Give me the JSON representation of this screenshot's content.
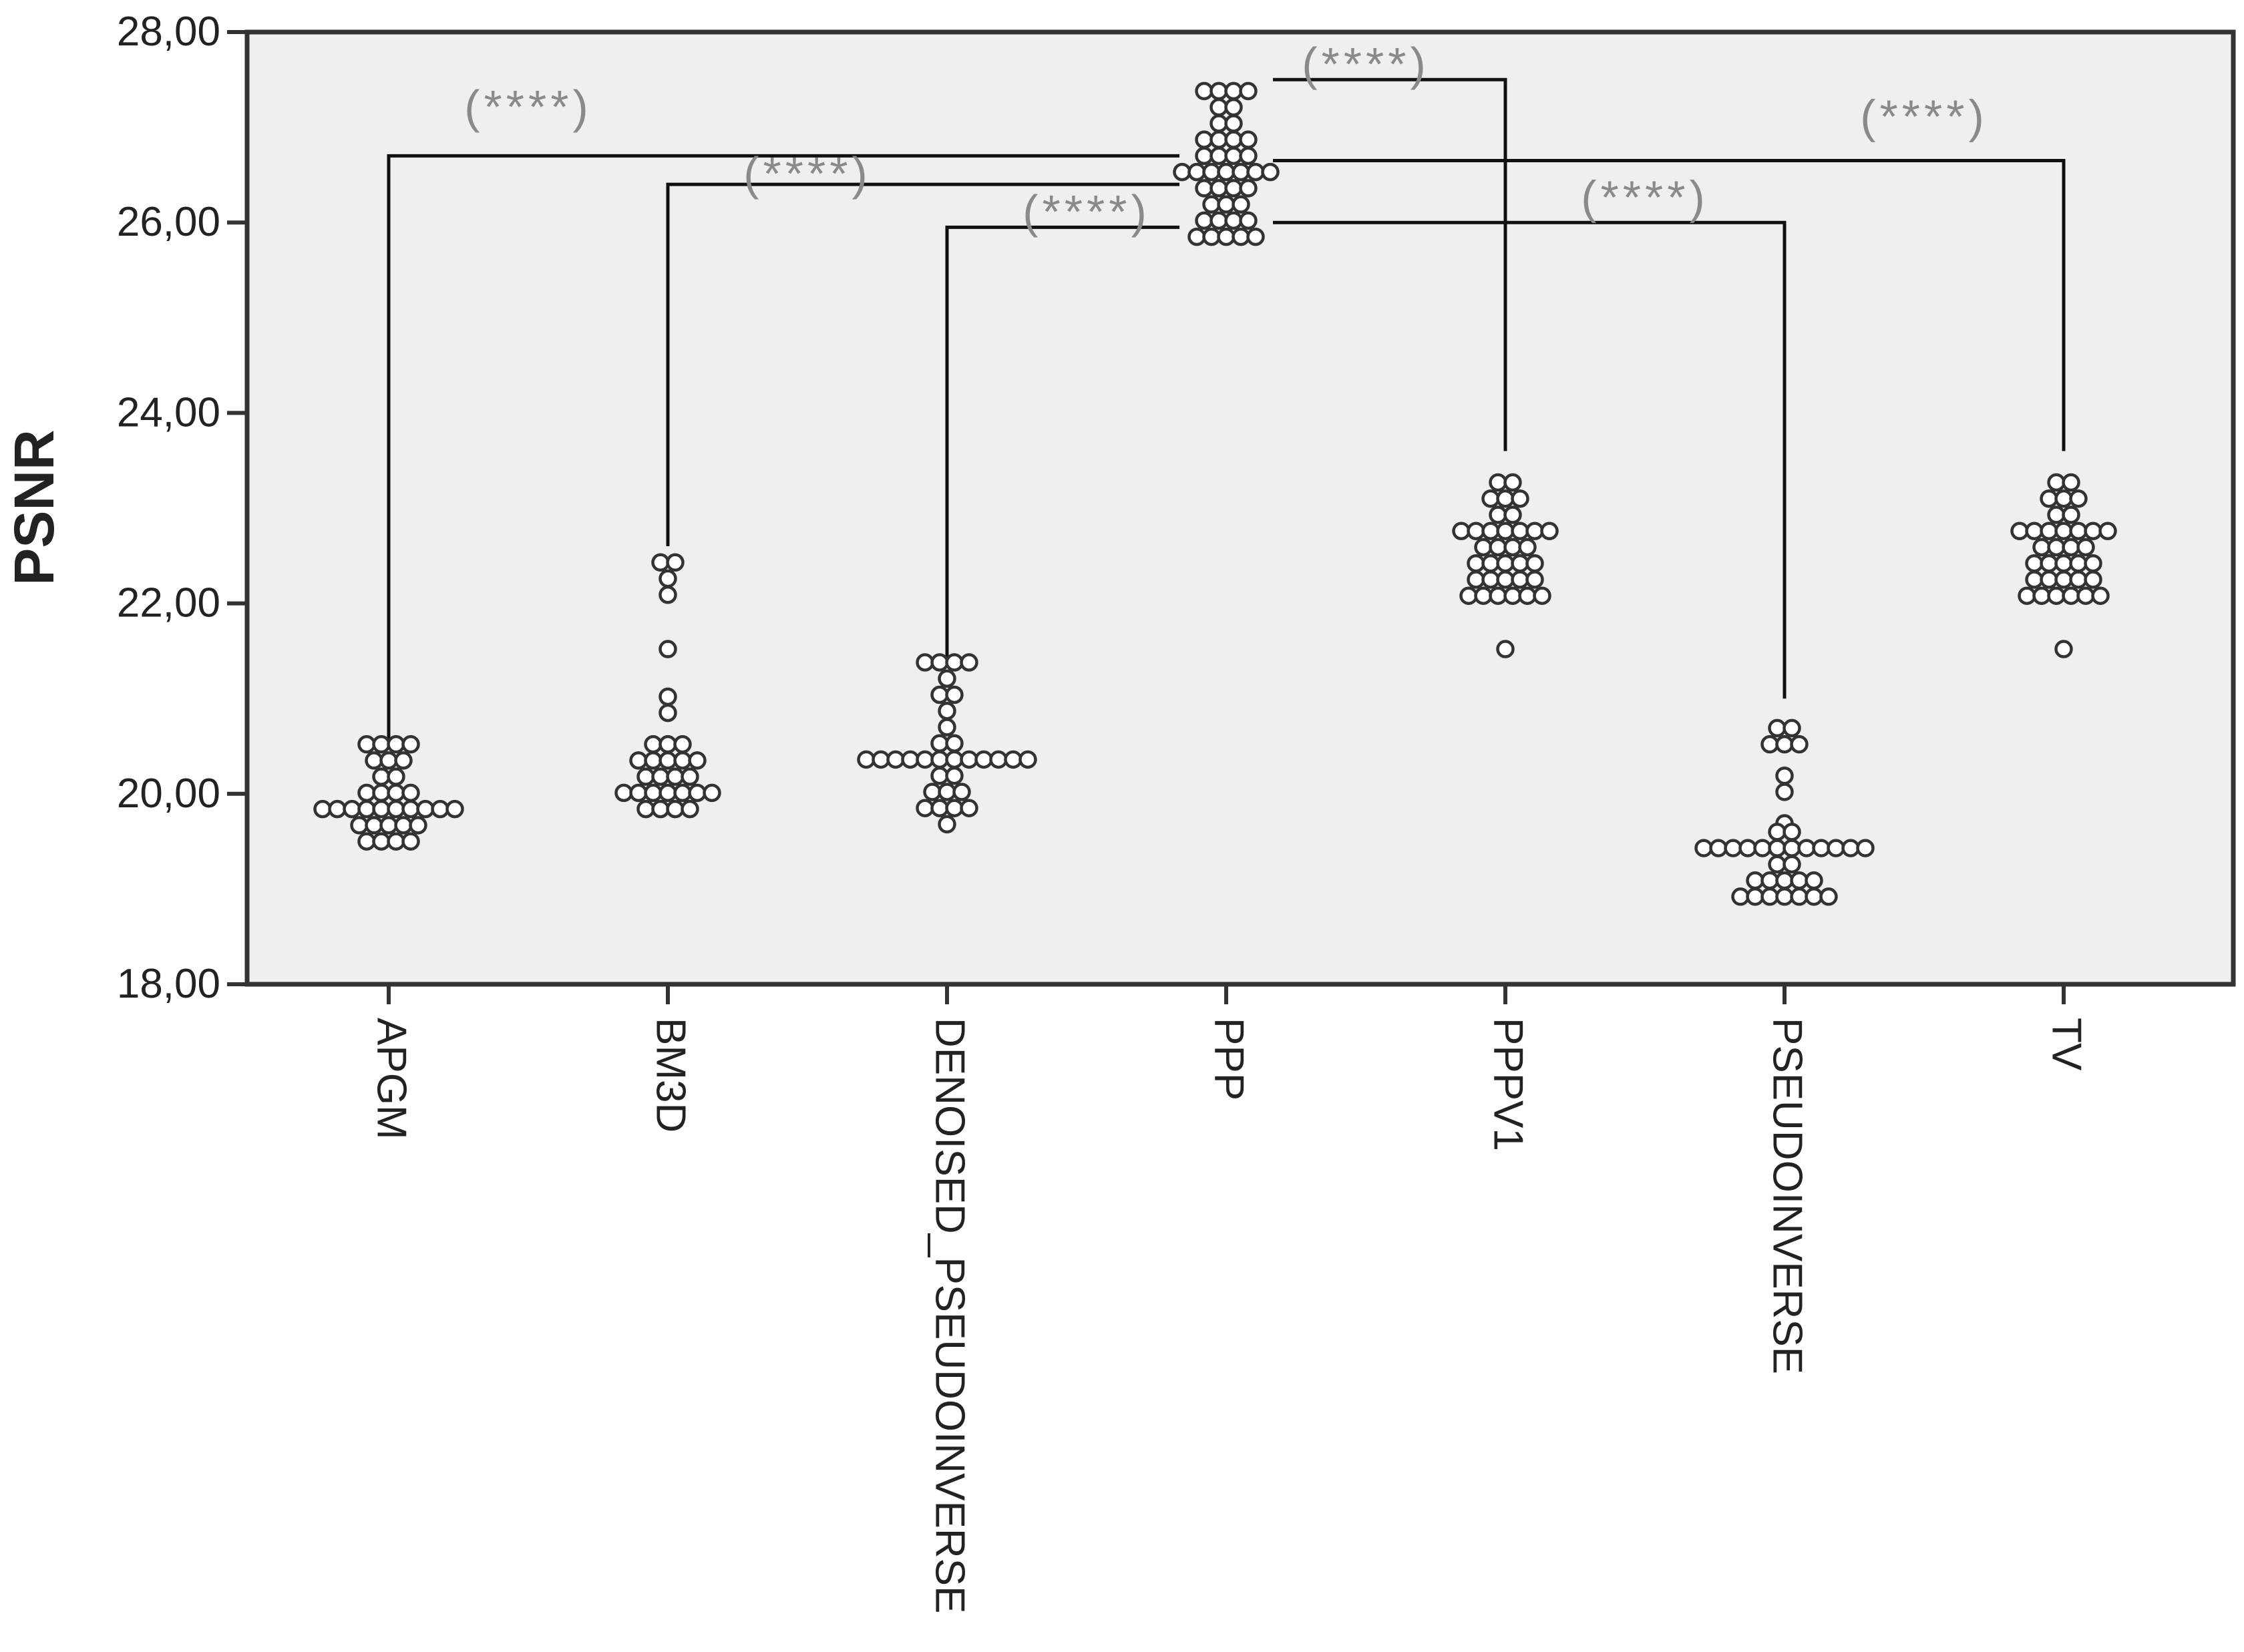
{
  "chart_data": {
    "type": "scatter",
    "subtype": "dot-plot",
    "ylabel": "PSNR",
    "xlabel": "",
    "ylim": [
      18,
      28
    ],
    "yticks": [
      "18,00",
      "20,00",
      "22,00",
      "24,00",
      "26,00",
      "28,00"
    ],
    "ytick_values": [
      18,
      20,
      22,
      24,
      26,
      28
    ],
    "grid": false,
    "legend": "none",
    "plot_background": "#efefef",
    "marker_color": "#333333",
    "categories": [
      "APGM",
      "BM3D",
      "DENOISED_PSEUDOINVERSE",
      "PPP",
      "PPPV1",
      "PSEUDOINVERSE",
      "TV"
    ],
    "groups": [
      {
        "name": "APGM",
        "rows": [
          {
            "y": 20.52,
            "count": 4
          },
          {
            "y": 20.35,
            "count": 3
          },
          {
            "y": 20.18,
            "count": 2
          },
          {
            "y": 20.01,
            "count": 4
          },
          {
            "y": 19.84,
            "count": 10
          },
          {
            "y": 19.67,
            "count": 5
          },
          {
            "y": 19.5,
            "count": 4
          }
        ]
      },
      {
        "name": "BM3D",
        "rows": [
          {
            "y": 22.43,
            "count": 2
          },
          {
            "y": 22.26,
            "count": 1
          },
          {
            "y": 22.09,
            "count": 1
          },
          {
            "y": 21.52,
            "count": 1
          },
          {
            "y": 21.02,
            "count": 1
          },
          {
            "y": 20.85,
            "count": 1
          },
          {
            "y": 20.52,
            "count": 3
          },
          {
            "y": 20.35,
            "count": 5
          },
          {
            "y": 20.18,
            "count": 4
          },
          {
            "y": 20.01,
            "count": 7
          },
          {
            "y": 19.84,
            "count": 4
          }
        ]
      },
      {
        "name": "DENOISED_PSEUDOINVERSE",
        "rows": [
          {
            "y": 21.38,
            "count": 4
          },
          {
            "y": 21.21,
            "count": 1
          },
          {
            "y": 21.04,
            "count": 2
          },
          {
            "y": 20.87,
            "count": 1
          },
          {
            "y": 20.7,
            "count": 1
          },
          {
            "y": 20.53,
            "count": 2
          },
          {
            "y": 20.36,
            "count": 12
          },
          {
            "y": 20.19,
            "count": 2
          },
          {
            "y": 20.02,
            "count": 3
          },
          {
            "y": 19.85,
            "count": 4
          },
          {
            "y": 19.68,
            "count": 1
          }
        ]
      },
      {
        "name": "PPP",
        "rows": [
          {
            "y": 27.38,
            "count": 4
          },
          {
            "y": 27.21,
            "count": 2
          },
          {
            "y": 27.04,
            "count": 2
          },
          {
            "y": 26.87,
            "count": 4
          },
          {
            "y": 26.7,
            "count": 4
          },
          {
            "y": 26.53,
            "count": 7
          },
          {
            "y": 26.36,
            "count": 4
          },
          {
            "y": 26.19,
            "count": 3
          },
          {
            "y": 26.02,
            "count": 4
          },
          {
            "y": 25.85,
            "count": 5
          }
        ]
      },
      {
        "name": "PPPV1",
        "rows": [
          {
            "y": 23.27,
            "count": 2
          },
          {
            "y": 23.1,
            "count": 3
          },
          {
            "y": 22.93,
            "count": 2
          },
          {
            "y": 22.76,
            "count": 7
          },
          {
            "y": 22.59,
            "count": 4
          },
          {
            "y": 22.42,
            "count": 5
          },
          {
            "y": 22.25,
            "count": 5
          },
          {
            "y": 22.08,
            "count": 6
          },
          {
            "y": 21.52,
            "count": 1
          }
        ]
      },
      {
        "name": "PSEUDOINVERSE",
        "rows": [
          {
            "y": 20.69,
            "count": 2
          },
          {
            "y": 20.52,
            "count": 3
          },
          {
            "y": 20.19,
            "count": 1
          },
          {
            "y": 20.02,
            "count": 1
          },
          {
            "y": 19.69,
            "count": 1
          },
          {
            "y": 19.6,
            "count": 2
          },
          {
            "y": 19.43,
            "count": 12
          },
          {
            "y": 19.26,
            "count": 2
          },
          {
            "y": 19.09,
            "count": 5
          },
          {
            "y": 18.92,
            "count": 7
          }
        ]
      },
      {
        "name": "TV",
        "rows": [
          {
            "y": 23.27,
            "count": 2
          },
          {
            "y": 23.1,
            "count": 3
          },
          {
            "y": 22.93,
            "count": 2
          },
          {
            "y": 22.76,
            "count": 7
          },
          {
            "y": 22.59,
            "count": 4
          },
          {
            "y": 22.42,
            "count": 5
          },
          {
            "y": 22.25,
            "count": 5
          },
          {
            "y": 22.08,
            "count": 6
          },
          {
            "y": 21.52,
            "count": 1
          }
        ]
      }
    ],
    "comparisons": [
      {
        "from": "PPP",
        "to": "APGM",
        "y_bar": 26.7,
        "y_end": 20.5,
        "label": "(****)",
        "label_y": 27.2,
        "label_between": [
          "APGM",
          "BM3D"
        ]
      },
      {
        "from": "PPP",
        "to": "BM3D",
        "y_bar": 26.4,
        "y_end": 22.6,
        "label": "(****)",
        "label_y": 26.5,
        "label_between": [
          "BM3D",
          "DENOISED_PSEUDOINVERSE"
        ]
      },
      {
        "from": "PPP",
        "to": "DENOISED_PSEUDOINVERSE",
        "y_bar": 25.95,
        "y_end": 21.4,
        "label": "(****)",
        "label_y": 26.1,
        "label_between": [
          "DENOISED_PSEUDOINVERSE",
          "PPP"
        ]
      },
      {
        "from": "PPP",
        "to": "PPPV1",
        "y_bar": 27.5,
        "y_end": 23.6,
        "label": "(****)",
        "label_y": 27.65,
        "label_between": [
          "PPP",
          "PPPV1"
        ]
      },
      {
        "from": "PPP",
        "to": "PSEUDOINVERSE",
        "y_bar": 26.0,
        "y_end": 21.0,
        "label": "(****)",
        "label_y": 26.25,
        "label_between": [
          "PPPV1",
          "PSEUDOINVERSE"
        ]
      },
      {
        "from": "PPP",
        "to": "TV",
        "y_bar": 26.65,
        "y_end": 23.6,
        "label": "(****)",
        "label_y": 27.1,
        "label_between": [
          "PSEUDOINVERSE",
          "TV"
        ]
      }
    ]
  }
}
